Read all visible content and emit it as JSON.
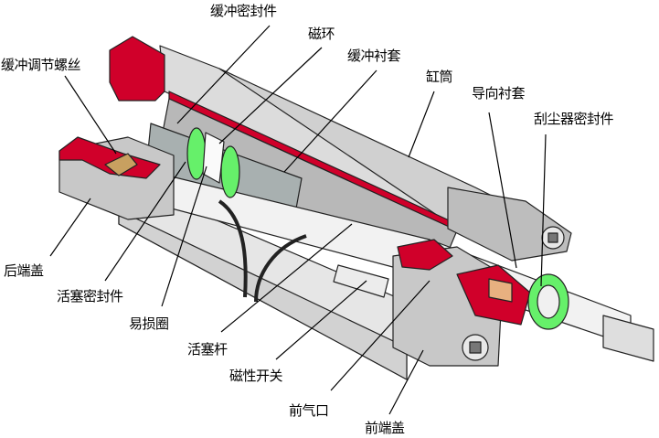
{
  "labels": {
    "cushion_seal": "缓冲密封件",
    "magnet_ring": "磁环",
    "cushion_adjust_screw": "缓冲调节螺丝",
    "cushion_bushing": "缓冲衬套",
    "cylinder_barrel": "缸筒",
    "guide_bushing": "导向衬套",
    "wiper_seal": "刮尘器密封件",
    "rear_end_cap": "后端盖",
    "piston_seal": "活塞密封件",
    "wear_ring": "易损圈",
    "piston_rod": "活塞杆",
    "magnetic_switch": "磁性开关",
    "front_port": "前气口",
    "front_end_cap": "前端盖"
  },
  "colors": {
    "section_red": "#d0002a",
    "seal_green": "#66f06a",
    "metal_light": "#e4e4e4",
    "metal_mid": "#c8c8c8",
    "metal_dark": "#9a9a9a",
    "brass": "#c8a060"
  }
}
